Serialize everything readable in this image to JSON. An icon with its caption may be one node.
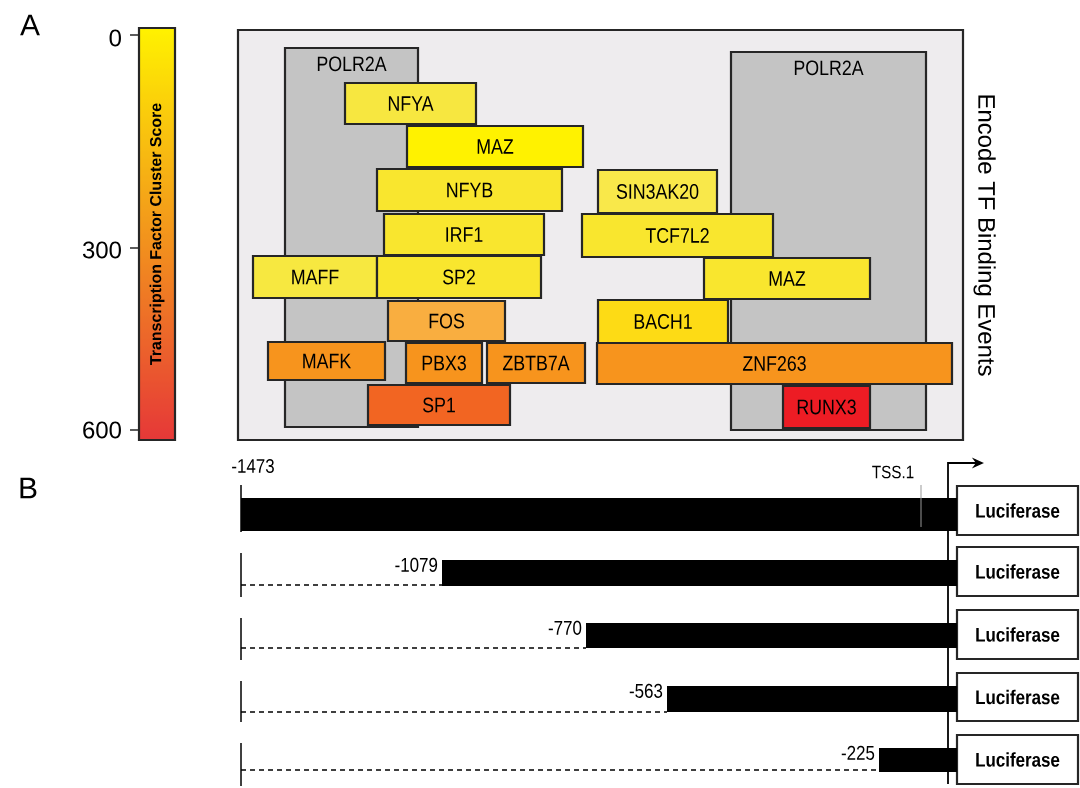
{
  "diagram": {
    "nodes": [
      {
        "text": [
          "Encode TF Binding Events"
        ]
      },
      {
        "text": [
          "POLR2A"
        ],
        "in": 0
      },
      {
        "text": [
          "NFYA"
        ],
        "in": 0
      },
      {
        "text": [
          "MAZ"
        ],
        "in": 0
      },
      {
        "text": [
          "NFYB"
        ],
        "in": 0
      },
      {
        "text": [
          "IRF1"
        ],
        "in": 0
      },
      {
        "text": [
          "MAFF"
        ],
        "in": 0
      },
      {
        "text": [
          "SP2"
        ],
        "in": 0
      },
      {
        "text": [
          "FOS"
        ],
        "in": 0
      },
      {
        "text": [
          "MAFK"
        ],
        "in": 0
      },
      {
        "text": [
          "PBX3"
        ],
        "in": 0
      },
      {
        "text": [
          "ZBTB7A"
        ],
        "in": 0
      },
      {
        "text": [
          "SP1"
        ],
        "in": 0
      },
      {
        "text": [
          "POLR2A"
        ],
        "in": 0
      },
      {
        "text": [
          "SIN3AK20"
        ],
        "in": 0
      },
      {
        "text": [
          "TCF7L2"
        ],
        "in": 0
      },
      {
        "text": [
          "MAZ"
        ],
        "in": 0
      },
      {
        "text": [
          "BACH1"
        ],
        "in": 0
      },
      {
        "text": [
          "ZNF263"
        ],
        "in": 0
      },
      {
        "text": [
          "RUNX3"
        ],
        "in": 13
      },
      {
        "text": [
          "Luciferase"
        ]
      },
      {
        "text": [
          "Luciferase"
        ]
      },
      {
        "text": [
          "Luciferase"
        ]
      },
      {
        "text": [
          "Luciferase"
        ]
      },
      {
        "text": [
          "Luciferase"
        ]
      },
      {
        "text": [],
        "shape": "bar"
      },
      {
        "text": [],
        "shape": "bar",
        "beside": [
          "-1079"
        ]
      },
      {
        "text": [],
        "shape": "bar",
        "beside": [
          "-770"
        ]
      },
      {
        "text": [],
        "shape": "bar",
        "beside": [
          "-563"
        ]
      },
      {
        "text": [],
        "shape": "bar",
        "beside": [
          "-225"
        ]
      }
    ],
    "labels": [
      "A",
      "0",
      "Transcription Factor Cluster Score",
      "300",
      "600",
      "B",
      "-1473",
      "TSS.1"
    ]
  }
}
